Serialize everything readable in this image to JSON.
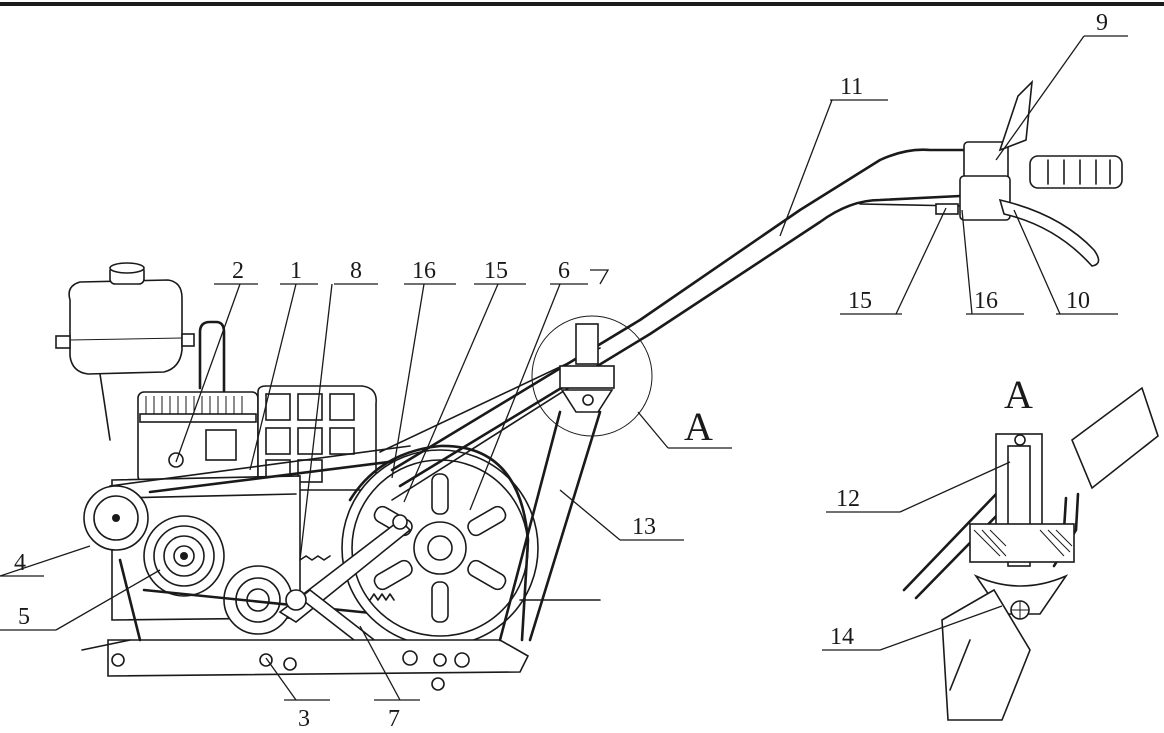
{
  "callouts": [
    {
      "id": "c1",
      "text": "1"
    },
    {
      "id": "c2",
      "text": "2"
    },
    {
      "id": "c3",
      "text": "3"
    },
    {
      "id": "c4",
      "text": "4"
    },
    {
      "id": "c5",
      "text": "5"
    },
    {
      "id": "c6",
      "text": "6"
    },
    {
      "id": "c7",
      "text": "7"
    },
    {
      "id": "c8",
      "text": "8"
    },
    {
      "id": "c9",
      "text": "9"
    },
    {
      "id": "c10",
      "text": "10"
    },
    {
      "id": "c11",
      "text": "11"
    },
    {
      "id": "c12",
      "text": "12"
    },
    {
      "id": "c13",
      "text": "13"
    },
    {
      "id": "c14",
      "text": "14"
    },
    {
      "id": "c15a",
      "text": "15"
    },
    {
      "id": "c15b",
      "text": "15"
    },
    {
      "id": "c16a",
      "text": "16"
    },
    {
      "id": "c16b",
      "text": "16"
    }
  ],
  "detail_marker": "A",
  "detail_title": "A"
}
